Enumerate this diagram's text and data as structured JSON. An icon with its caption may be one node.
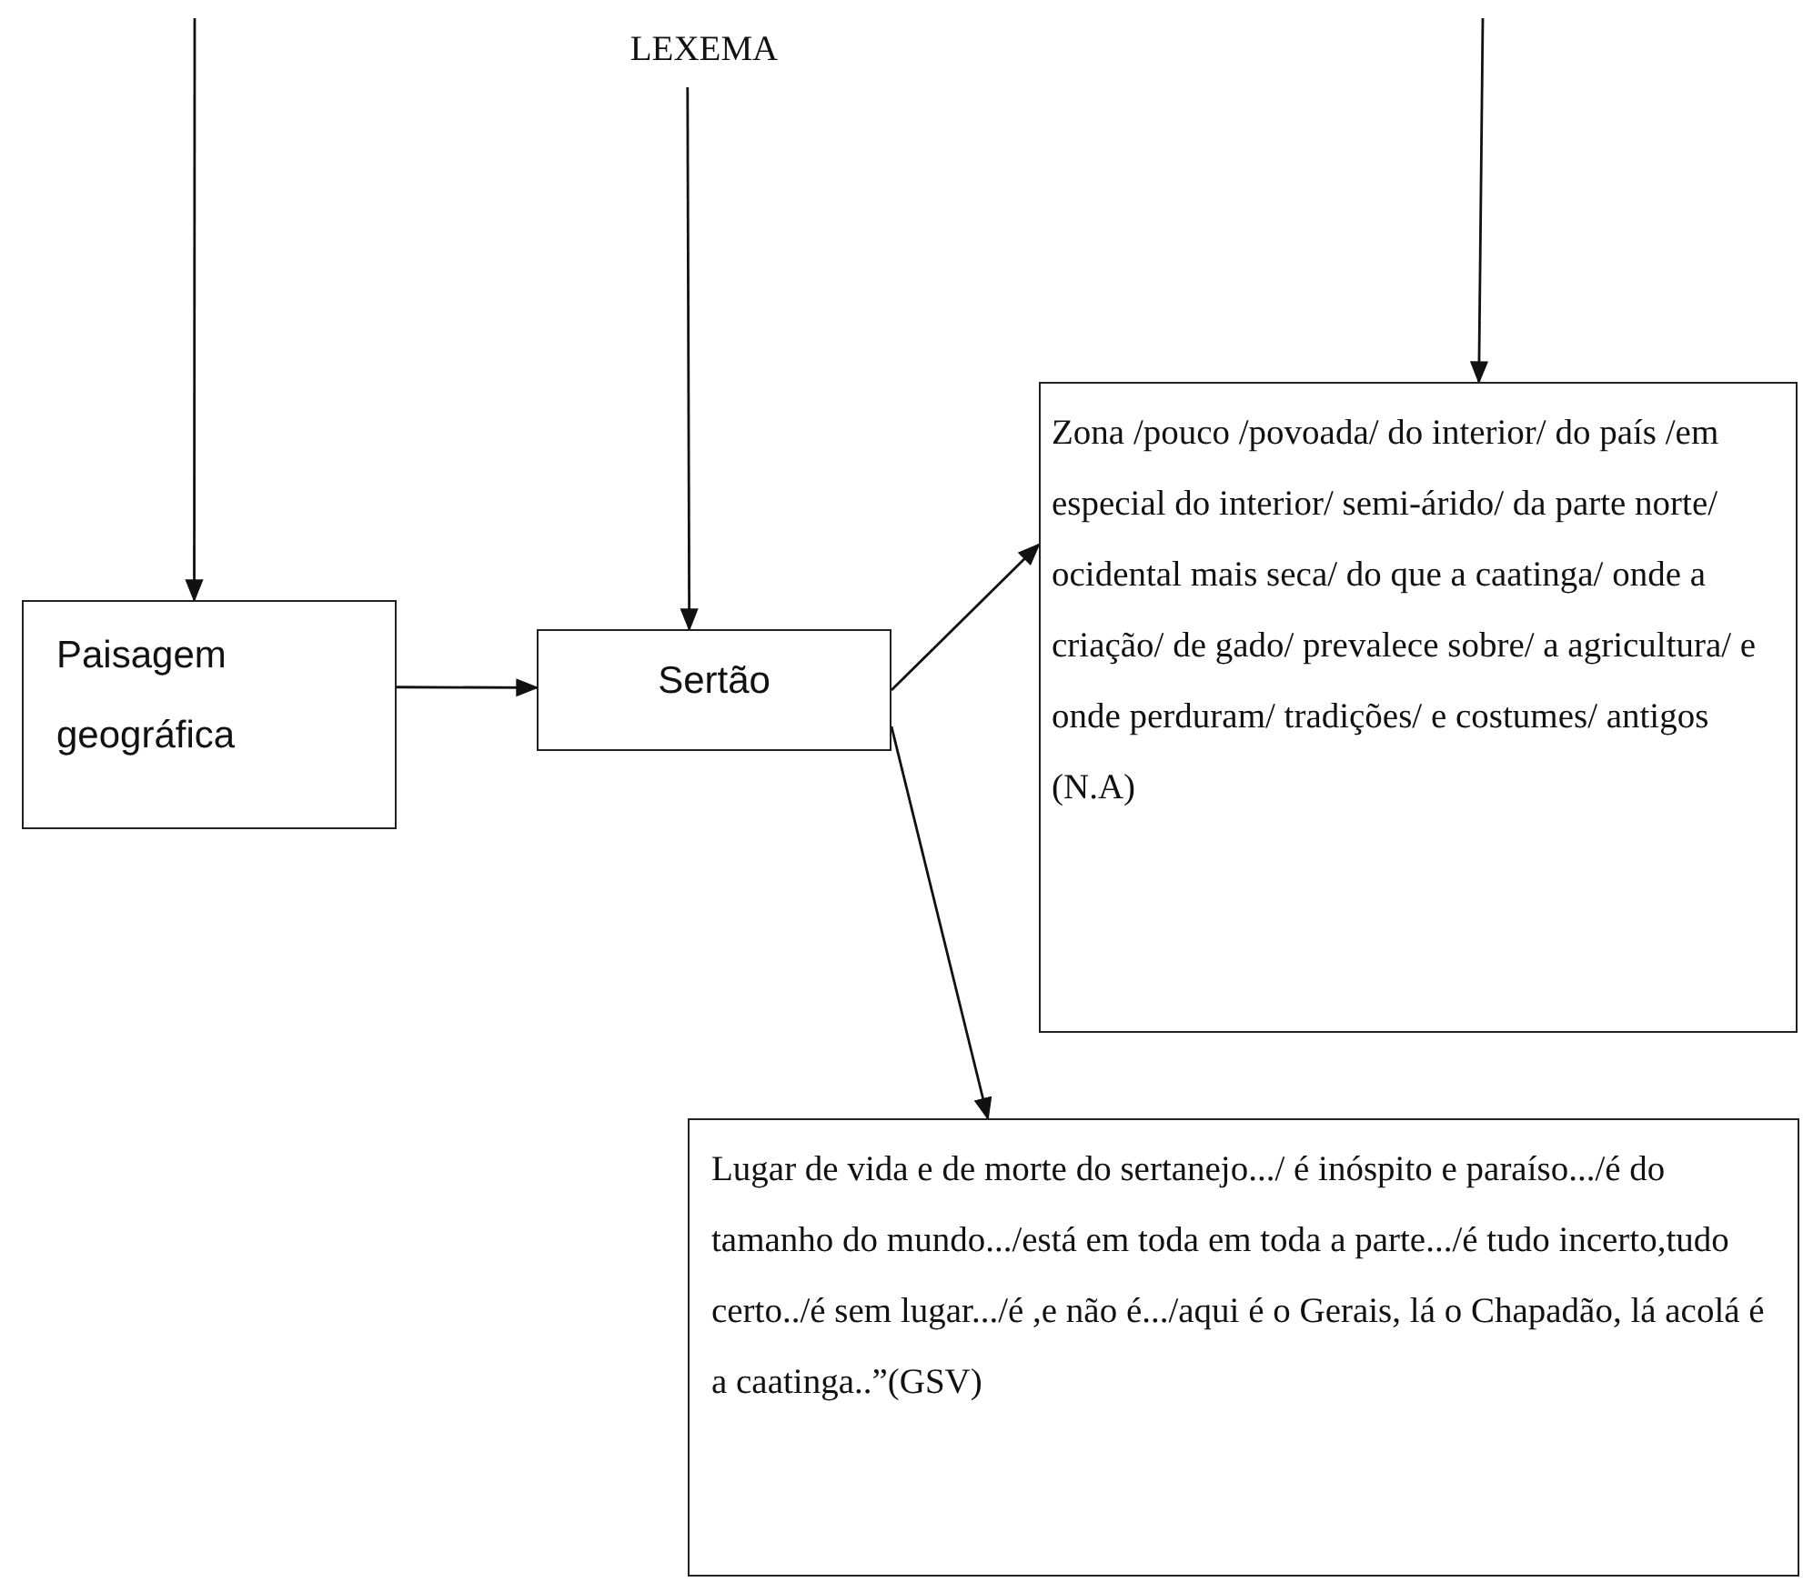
{
  "diagram": {
    "nodes": [
      {
        "text": [
          "LEXEMA"
        ]
      },
      {
        "text": [
          "Paisagem geográfica"
        ]
      },
      {
        "text": [
          "Sertão"
        ]
      },
      {
        "text": [
          "Zona /pouco /povoada/ do interior/ do país /em especial do interior/ semi-árido/ da parte norte/ ocidental mais seca/ do que a caatinga/ onde a criação/ de gado/ prevalece sobre/ a agricultura/ e onde perduram/ tradições/ e costumes/ antigos (N.A)"
        ]
      },
      {
        "text": [
          "Lugar de vida e de morte do sertanejo.../ é inóspito e paraíso.../é do tamanho do mundo.../está em toda em toda a parte.../é tudo incerto,tudo certo../é sem lugar.../é ,e não é.../aqui é o Gerais, lá o Chapadão, lá acolá é a caatinga..”(GSV)"
        ]
      }
    ],
    "edges": [
      {
        "from": null,
        "to": 1,
        "arrow": "to"
      },
      {
        "from": 0,
        "to": 2,
        "arrow": "to"
      },
      {
        "from": null,
        "to": 3,
        "arrow": "to"
      },
      {
        "from": 1,
        "to": 2,
        "arrow": "to"
      },
      {
        "from": 2,
        "to": 3,
        "arrow": "to"
      },
      {
        "from": 2,
        "to": 4,
        "arrow": "to"
      }
    ]
  }
}
